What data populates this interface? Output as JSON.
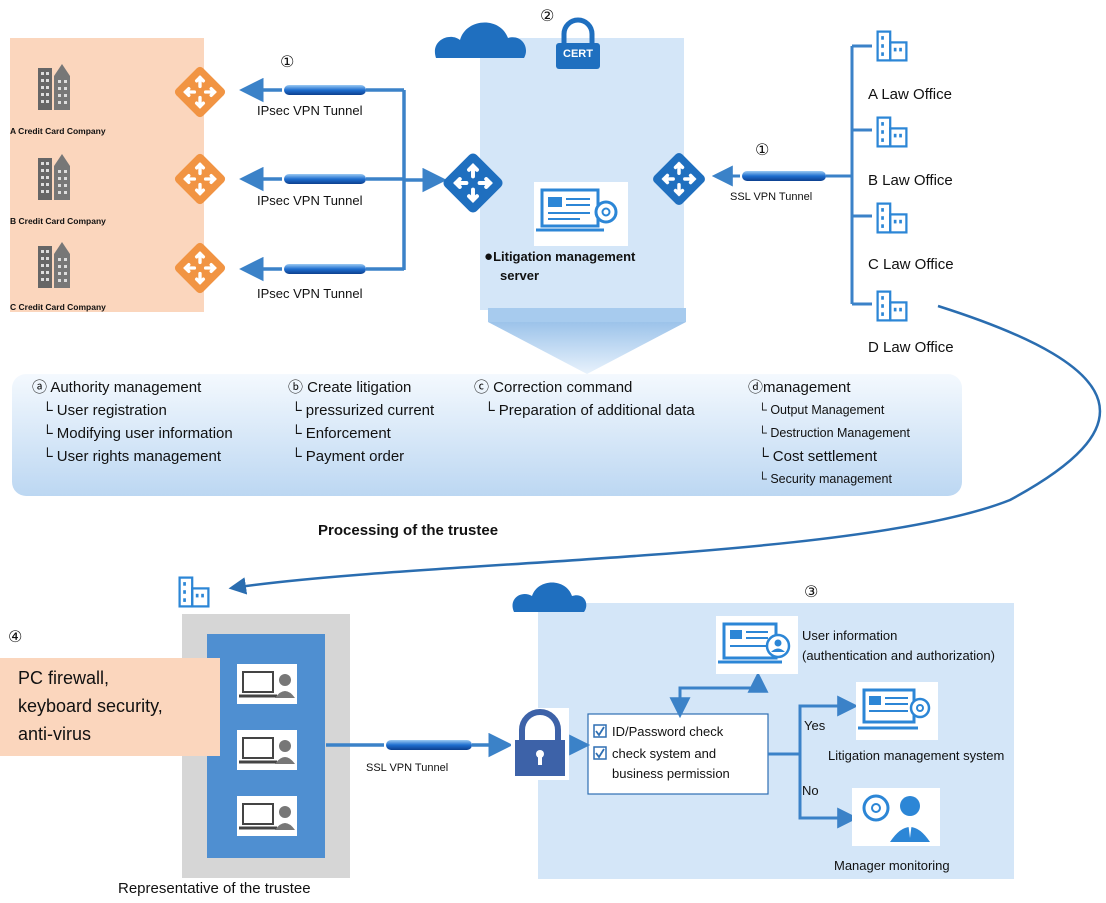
{
  "markers": {
    "m1_left": "①",
    "m2": "②",
    "m1_right": "①",
    "m3": "③",
    "m4": "④"
  },
  "companies": [
    "A Credit Card Company",
    "B Credit Card Company",
    "C Credit Card Company"
  ],
  "tunnels": {
    "ipsec": [
      "IPsec VPN Tunnel",
      "IPsec VPN Tunnel",
      "IPsec VPN Tunnel"
    ],
    "ssl_top": "SSL VPN Tunnel",
    "ssl_bottom": "SSL VPN Tunnel"
  },
  "cert_label": "CERT",
  "server": {
    "bullet": "●",
    "line1": "Litigation management",
    "line2": "server"
  },
  "law_offices": [
    "A Law Office",
    "B Law Office",
    "C Law Office",
    "D Law Office"
  ],
  "functions": {
    "col_a": {
      "title": "ⓐ Authority management",
      "items": [
        "└ User registration",
        "└ Modifying user information",
        "└ User rights management"
      ]
    },
    "col_b": {
      "title": "ⓑ Create litigation",
      "items": [
        "└ pressurized current",
        "└ Enforcement",
        "└ Payment order"
      ]
    },
    "col_c": {
      "title": "ⓒ Correction command",
      "items": [
        "└ Preparation of additional data"
      ]
    },
    "col_d": {
      "title": "ⓓmanagement",
      "items": [
        "└ Output Management",
        "└ Destruction Management",
        "└ Cost settlement",
        "└ Security management"
      ]
    }
  },
  "processing_title": "Processing of the trustee",
  "client_security": {
    "line1": "PC firewall,",
    "line2": "keyboard security,",
    "line3": "anti-virus"
  },
  "representative_label": "Representative of the trustee",
  "check_box": {
    "item1": "ID/Password check",
    "item2_line1": "check system and",
    "item2_line2": "business permission"
  },
  "user_info": {
    "line1": "User information",
    "line2": "(authentication and authorization)"
  },
  "yes_label": "Yes",
  "no_label": "No",
  "lms_label": "Litigation management system",
  "monitor_label": "Manager monitoring",
  "colors": {
    "blue": "#1f6fbf",
    "light_blue": "#d4e6f8",
    "orange": "#f19443",
    "peach": "#fbd6bd",
    "arrow_blue": "#3b82c8"
  }
}
